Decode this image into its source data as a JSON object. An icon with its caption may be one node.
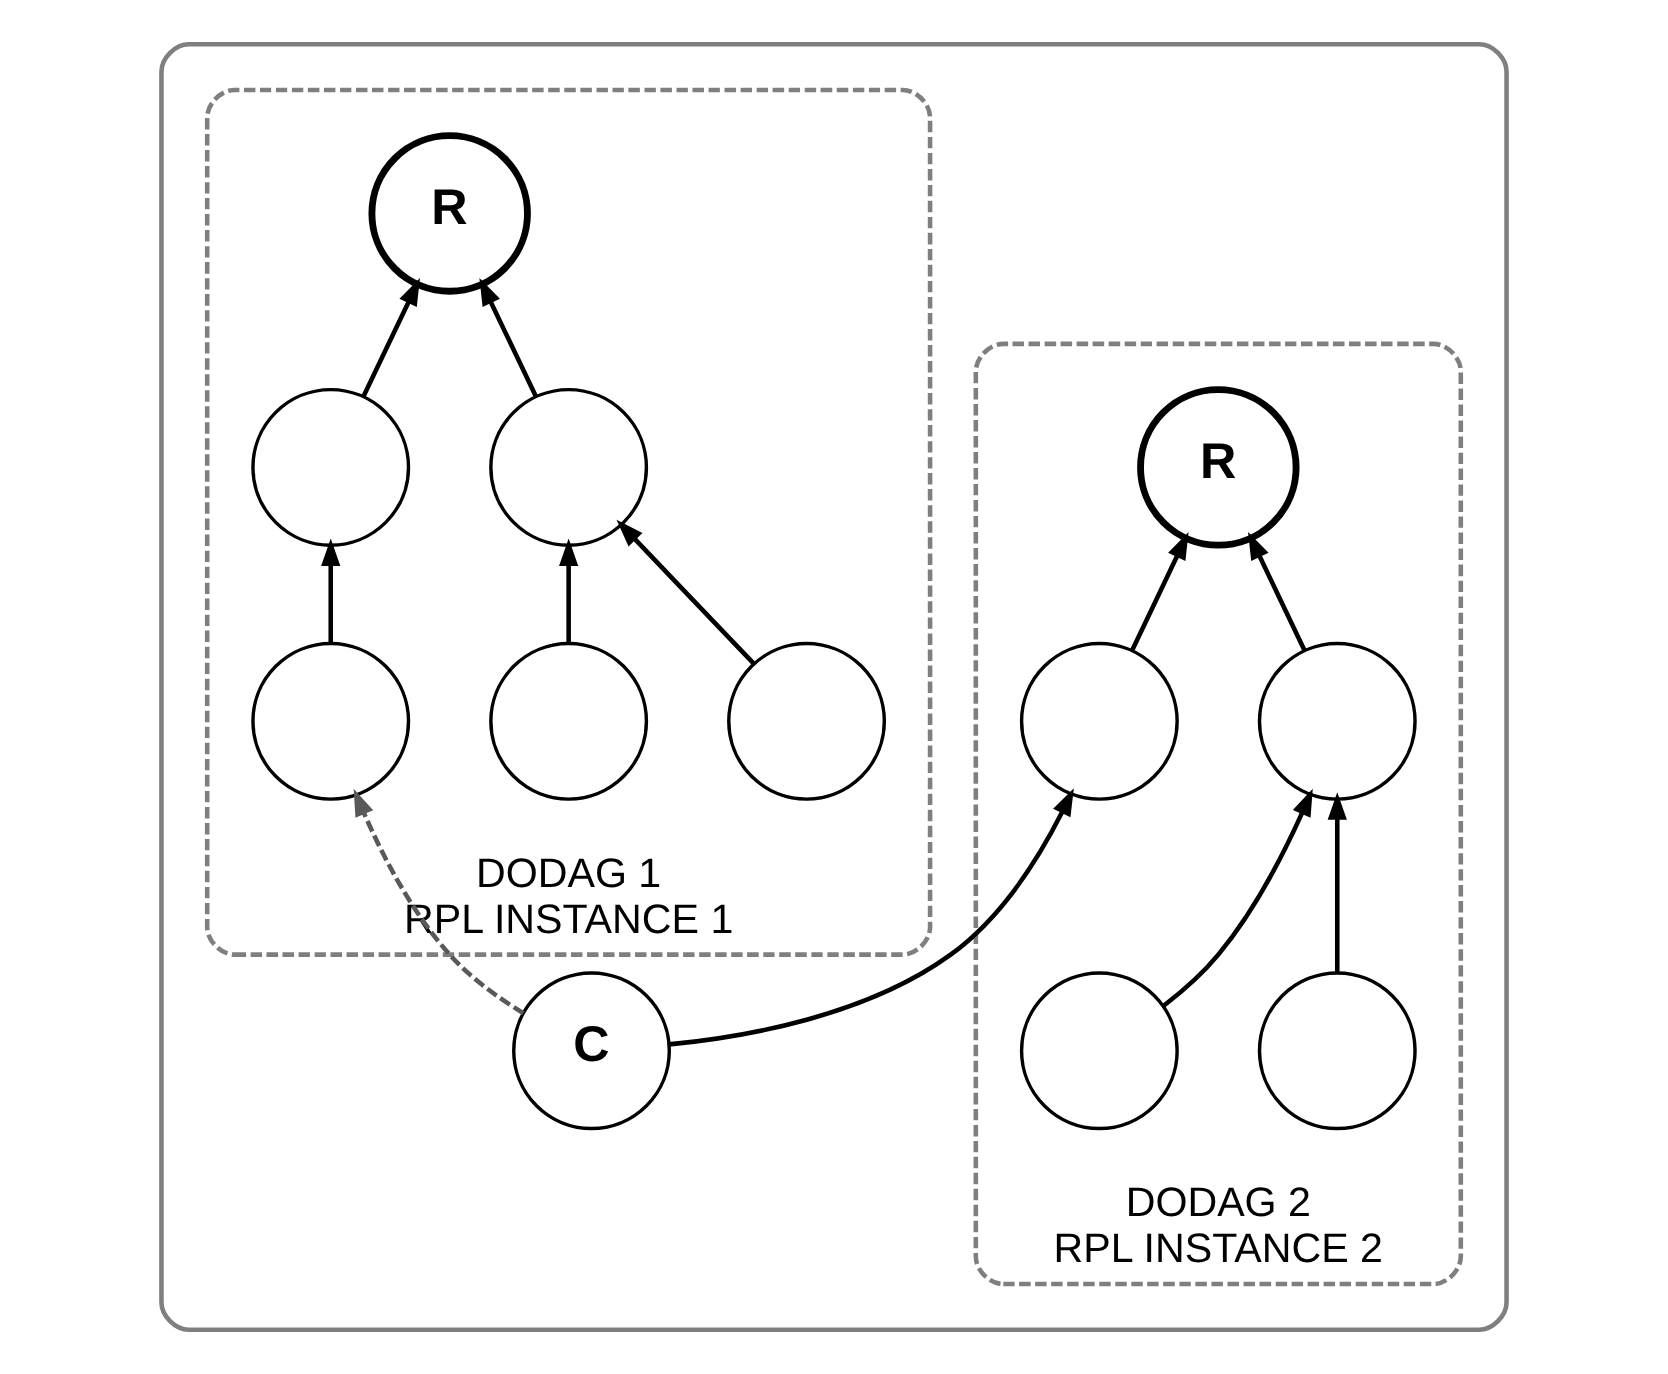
{
  "diagram": {
    "nodes": [
      {
        "text": [],
        "shape": "box"
      },
      {
        "text": [
          "DODAG 1",
          "RPL INSTANCE 1"
        ],
        "in": 0
      },
      {
        "text": [
          "DODAG 2",
          "RPL INSTANCE 2"
        ],
        "in": 0
      },
      {
        "text": [
          "R"
        ],
        "in": 1
      },
      {
        "text": [],
        "shape": "circle",
        "in": 1
      },
      {
        "text": [],
        "shape": "circle",
        "in": 1
      },
      {
        "text": [],
        "shape": "circle",
        "in": 1
      },
      {
        "text": [],
        "shape": "circle",
        "in": 1
      },
      {
        "text": [],
        "shape": "circle",
        "in": 1
      },
      {
        "text": [
          "R"
        ],
        "in": 2
      },
      {
        "text": [],
        "shape": "circle",
        "in": 2
      },
      {
        "text": [],
        "shape": "circle",
        "in": 2
      },
      {
        "text": [],
        "shape": "circle",
        "in": 2
      },
      {
        "text": [],
        "shape": "circle",
        "in": 2
      },
      {
        "text": [
          "C"
        ],
        "in": 0
      }
    ],
    "edges": [
      {
        "from": 4,
        "to": 3,
        "arrow": "to"
      },
      {
        "from": 5,
        "to": 3,
        "arrow": "to"
      },
      {
        "from": 6,
        "to": 4,
        "arrow": "to"
      },
      {
        "from": 7,
        "to": 4,
        "arrow": "to"
      },
      {
        "from": 8,
        "to": 5,
        "arrow": "to"
      },
      {
        "from": 14,
        "to": 8,
        "arrow": "to",
        "style": "dashed",
        "color": "#595959"
      },
      {
        "from": 10,
        "to": 9,
        "arrow": "to"
      },
      {
        "from": 11,
        "to": 9,
        "arrow": "to"
      },
      {
        "from": 12,
        "to": 11,
        "arrow": "to"
      },
      {
        "from": 13,
        "to": 11,
        "arrow": "to"
      },
      {
        "from": 14,
        "to": 10,
        "arrow": "to"
      }
    ]
  }
}
